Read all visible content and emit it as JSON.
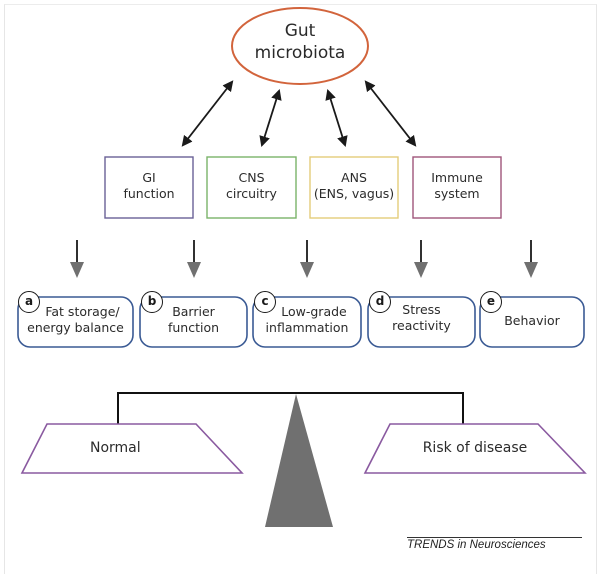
{
  "center": {
    "label_line1": "Gut",
    "label_line2": "microbiota",
    "color": "#d2643c"
  },
  "systems": [
    {
      "line1": "GI",
      "line2": "function",
      "color": "#6a6196"
    },
    {
      "line1": "CNS",
      "line2": "circuitry",
      "color": "#7ab46a"
    },
    {
      "line1": "ANS",
      "line2": "(ENS, vagus)",
      "color": "#e3cc7a"
    },
    {
      "line1": "Immune",
      "line2": "system",
      "color": "#a0557a"
    }
  ],
  "outcomes": [
    {
      "tag": "a",
      "line1": "Fat storage/",
      "line2": "energy balance"
    },
    {
      "tag": "b",
      "line1": "Barrier",
      "line2": "function"
    },
    {
      "tag": "c",
      "line1": "Low-grade",
      "line2": "inflammation"
    },
    {
      "tag": "d",
      "line1": "Stress",
      "line2": "reactivity"
    },
    {
      "tag": "e",
      "line1": "Behavior",
      "line2": ""
    }
  ],
  "outcome_border_color": "#3a5a94",
  "scale": {
    "left_label": "Normal",
    "right_label": "Risk of disease",
    "pan_color": "#8a5aa0",
    "fulcrum_color": "#707070"
  },
  "credit": "TRENDS in Neurosciences"
}
